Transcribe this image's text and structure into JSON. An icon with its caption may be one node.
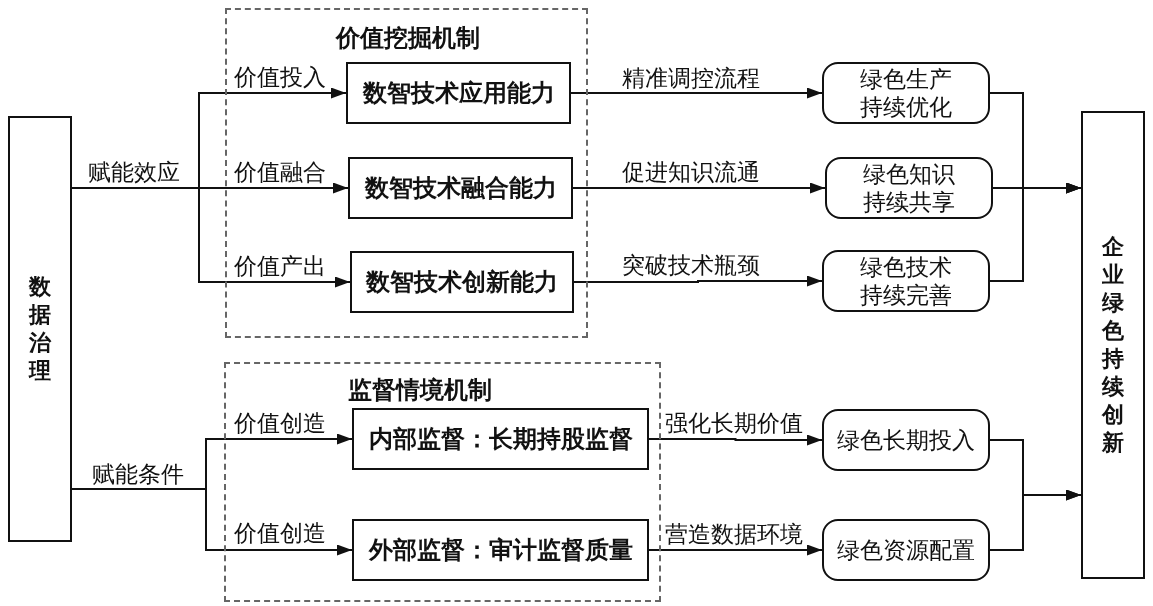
{
  "diagram": {
    "nodes": [
      {
        "text": [
          "数据治理"
        ]
      },
      {
        "text": [
          "价值挖掘机制"
        ]
      },
      {
        "text": [
          "数智技术应用能力"
        ],
        "in": 1
      },
      {
        "text": [
          "数智技术融合能力"
        ],
        "in": 1
      },
      {
        "text": [
          "数智技术创新能力"
        ],
        "in": 1
      },
      {
        "text": [
          "监督情境机制"
        ]
      },
      {
        "text": [
          "内部监督：长期持股监督"
        ],
        "in": 5
      },
      {
        "text": [
          "外部监督：审计监督质量"
        ],
        "in": 5
      },
      {
        "text": [
          "绿色生产持续优化"
        ]
      },
      {
        "text": [
          "绿色知识持续共享"
        ]
      },
      {
        "text": [
          "绿色技术持续完善"
        ]
      },
      {
        "text": [
          "绿色长期投入"
        ]
      },
      {
        "text": [
          "绿色资源配置"
        ]
      },
      {
        "text": [
          "企业绿色持续创新"
        ]
      }
    ],
    "edges": [
      {
        "from": 0,
        "to": 2,
        "arrow": "to",
        "label": "价值投入"
      },
      {
        "from": 0,
        "to": 3,
        "arrow": "to",
        "label": "价值融合"
      },
      {
        "from": 0,
        "to": 4,
        "arrow": "to",
        "label": "价值产出"
      },
      {
        "from": 0,
        "to": 6,
        "arrow": "to",
        "label": "价值创造"
      },
      {
        "from": 0,
        "to": 7,
        "arrow": "to",
        "label": "价值创造"
      },
      {
        "from": 2,
        "to": 8,
        "arrow": "to",
        "label": "精准调控流程"
      },
      {
        "from": 3,
        "to": 9,
        "arrow": "to",
        "label": "促进知识流通"
      },
      {
        "from": 4,
        "to": 10,
        "arrow": "to",
        "label": "突破技术瓶颈"
      },
      {
        "from": 6,
        "to": 11,
        "arrow": "to",
        "label": "强化长期价值"
      },
      {
        "from": 7,
        "to": 12,
        "arrow": "to",
        "label": "营造数据环境"
      },
      {
        "from": 8,
        "to": 13,
        "arrow": "to"
      },
      {
        "from": 9,
        "to": 13,
        "arrow": "to"
      },
      {
        "from": 10,
        "to": 13,
        "arrow": "to"
      },
      {
        "from": 11,
        "to": 13,
        "arrow": "to"
      },
      {
        "from": 12,
        "to": 13,
        "arrow": "to"
      }
    ],
    "labels": [
      "赋能效应",
      "赋能条件"
    ]
  }
}
